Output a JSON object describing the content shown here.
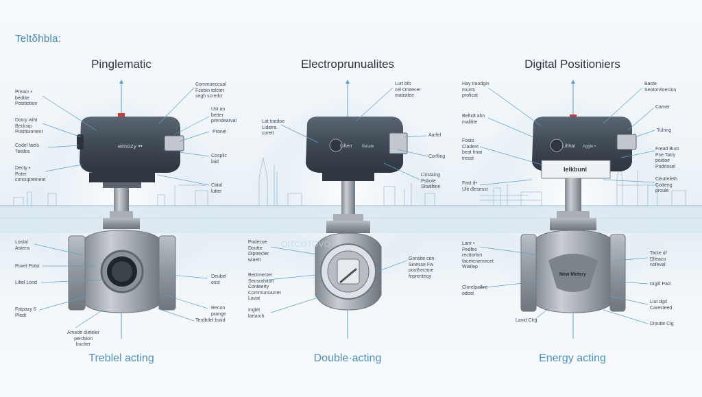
{
  "brand": "Teltδhbla:",
  "panels": [
    {
      "title": "Pinglematic",
      "footer": "Treblel acting",
      "actuator_text": "ernozy ••",
      "labels_left": [
        "Preacr •\nbedtite\nPositiotion",
        "Dotcy wiht\nBecksip\nPositionment",
        "Codel faels\nTeeilos",
        "Decty •\nPoter\nconcuprement",
        "Lostal\nAstens",
        "Poxel Potst",
        "Liltel Lond",
        "Fatpazy 6\nPledt",
        "Amede dieteler\nperdsion\nbuctter"
      ],
      "labels_right": [
        "Commoeccual\nFcebin tolcter\nsegh scredct",
        "Ust an\nbetter\nprendearval",
        "Pronel",
        "Cosplic\nlaid",
        "Ctital\nlutter",
        "Deubel\nesst",
        "Recon\nprange",
        "Terdbtlel bukd"
      ]
    },
    {
      "title": "Electroprunualites",
      "footer": "Double·acting",
      "actuator_text": "Lifterr",
      "actuator_text2": "Barate",
      "labels_left": [
        "Lat toedoe\nLidetra\ncorett",
        "Podecoe\nDoutte\nDiptrecter\nwiaett",
        "Bectmecter\nSeosrahiton\nConteerty\nCommuncacret\nLavat",
        "Inglet\nlartarch"
      ],
      "labels_right": [
        "Lurt bfo\ncel Omtecer\nmatistlee",
        "Aarfel",
        "Corfling",
        "Linstaing\nPsbote\nSloalltine",
        "Gonsite con\nSinesse Fw\nposthectore\nfnprenteqy"
      ],
      "watermark": "OITCOTOVO"
    },
    {
      "title": "Digital Positioniers",
      "footer": "Energy acting",
      "actuator_text": "Lihhat",
      "actuator_text2": "Aggle •",
      "base_label": "Ielkbunl",
      "body_text": "New Metery",
      "labels_left": [
        "Hay traodgin\nmunts\nproficat",
        "Belhdt ahn\nmalitite",
        "Fosto\nCiadent\nbeat hnat\ntresst",
        "Fast d•\nUlit dlesesst",
        "Lanr •\nPedfes\nrecttorlon\nfacetenemecet\nWialiep",
        "Clorelpallire\nodost",
        "Lavid Clrg"
      ],
      "labels_right": [
        "Baste\nSeotorvloecion",
        "Camer",
        "Tulring",
        "Fread Bust\nPse Tatry\npoidoe\nPodrinsel",
        "Ceutteleth\nCotteng\nproule",
        "Tacte of\nDlleaco\nnofeval",
        "Digitl Pad",
        "Liut dgd\nCaresteed",
        "Dioutte Cig"
      ]
    }
  ],
  "colors": {
    "actuator": "#47525e",
    "body": "#9aa1a8",
    "accent": "#4f8fbd",
    "leader": "#5b9fcc",
    "red": "#d13a32"
  }
}
